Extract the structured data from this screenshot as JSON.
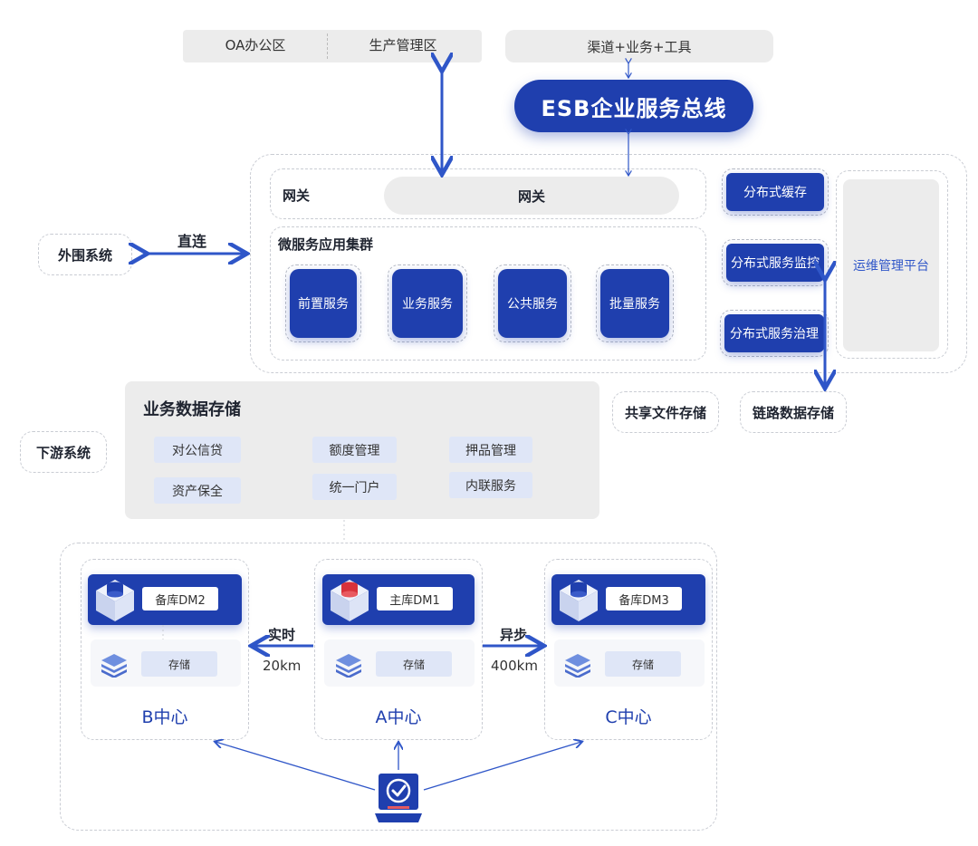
{
  "top": {
    "oa": "OA办公区",
    "production": "生产管理区",
    "channel": "渠道+业务+工具",
    "esb": "ESB企业服务总线"
  },
  "gateway": {
    "label": "网关",
    "bar": "网关"
  },
  "microservice": {
    "title": "微服务应用集群",
    "services": [
      "前置服务",
      "业务服务",
      "公共服务",
      "批量服务"
    ]
  },
  "distributed": {
    "cache": "分布式缓存",
    "monitor": "分布式服务监控",
    "governance": "分布式服务治理"
  },
  "ops_platform": "运维管理平台",
  "external": {
    "label": "外围系统",
    "link": "直连"
  },
  "downstream": "下游系统",
  "shared_file": "共享文件存储",
  "trace_storage": "链路数据存储",
  "business_storage": {
    "title": "业务数据存储",
    "items": [
      "对公信贷",
      "额度管理",
      "押品管理",
      "资产保全",
      "统一门户",
      "内联服务"
    ]
  },
  "centers": [
    {
      "name": "B中心",
      "db": "备库DM2",
      "storage": "存储"
    },
    {
      "name": "A中心",
      "db": "主库DM1",
      "storage": "存储"
    },
    {
      "name": "C中心",
      "db": "备库DM3",
      "storage": "存储"
    }
  ],
  "replication": {
    "left_mode": "实时",
    "left_distance": "20km",
    "right_mode": "异步",
    "right_distance": "400km"
  },
  "colors": {
    "primary": "#1f3fae",
    "arrow": "#2f56c8",
    "panel": "#ececec",
    "chip": "#dfe6f7",
    "db_red": "#d8323a"
  }
}
